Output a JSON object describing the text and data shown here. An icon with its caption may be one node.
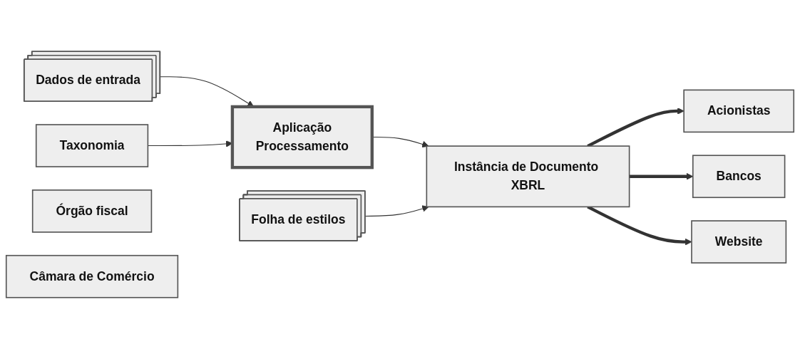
{
  "diagram": {
    "nodes": [
      {
        "text": [
          "Dados de entrada"
        ]
      },
      {
        "text": [
          "Aplicação",
          "Processamento"
        ]
      },
      {
        "text": [
          "Taxonomia"
        ]
      },
      {
        "text": [
          "Instância de Documento XBRL"
        ]
      },
      {
        "text": [
          "Folha de estilos"
        ]
      },
      {
        "text": [
          "Acionistas"
        ]
      },
      {
        "text": [
          "Bancos"
        ]
      },
      {
        "text": [
          "Website"
        ]
      },
      {
        "text": [
          "Órgão fiscal"
        ]
      },
      {
        "text": [
          "Câmara de Comércio"
        ]
      }
    ],
    "edges": [
      {
        "from": 0,
        "to": 1,
        "arrow": "to"
      },
      {
        "from": 2,
        "to": 1,
        "arrow": "to"
      },
      {
        "from": 1,
        "to": 3,
        "arrow": "to"
      },
      {
        "from": 4,
        "to": 3,
        "arrow": "to"
      },
      {
        "from": 3,
        "to": 5,
        "arrow": "to",
        "style": "thick"
      },
      {
        "from": 3,
        "to": 6,
        "arrow": "to",
        "style": "thick"
      },
      {
        "from": 3,
        "to": 7,
        "arrow": "to",
        "style": "thick"
      }
    ]
  }
}
